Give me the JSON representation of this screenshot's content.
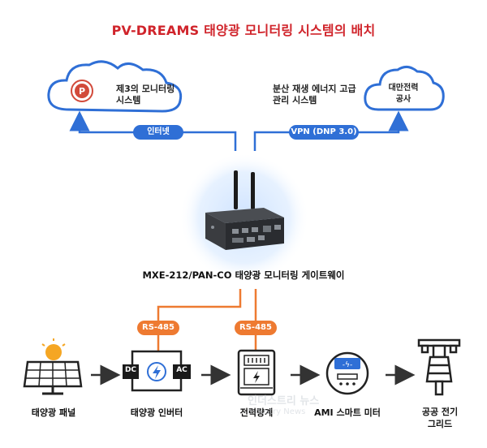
{
  "title": "PV-DREAMS 태양광 모니터링 시스템의 배치",
  "cloud_left": {
    "line1": "제3의 모니터링",
    "line2": "시스템"
  },
  "cloud_right": {
    "side_line1": "분산 재생 에너지 고급",
    "side_line2": "관리 시스템",
    "inner_line1": "대만전력",
    "inner_line2": "공사"
  },
  "links": {
    "internet": "인터넷",
    "vpn": "VPN (DNP 3.0)"
  },
  "gateway": {
    "caption": "MXE-212/PAN-CO 태양광 모니터링 게이트웨이"
  },
  "rs485": {
    "left": "RS-485",
    "right": "RS-485"
  },
  "inverter_ports": {
    "dc": "DC",
    "ac": "AC"
  },
  "chain": {
    "panel": "태양광 패널",
    "inverter": "태양광 인버터",
    "meter": "전력량계",
    "ami": "AMI 스마트 미터",
    "grid_line1": "공공 전기",
    "grid_line2": "그리드"
  },
  "watermark": {
    "line1": "인더스트리 뉴스",
    "line2": "Industry News"
  },
  "colors": {
    "title": "#d0242b",
    "blue": "#2f6fd6",
    "orange": "#ee7a31"
  }
}
